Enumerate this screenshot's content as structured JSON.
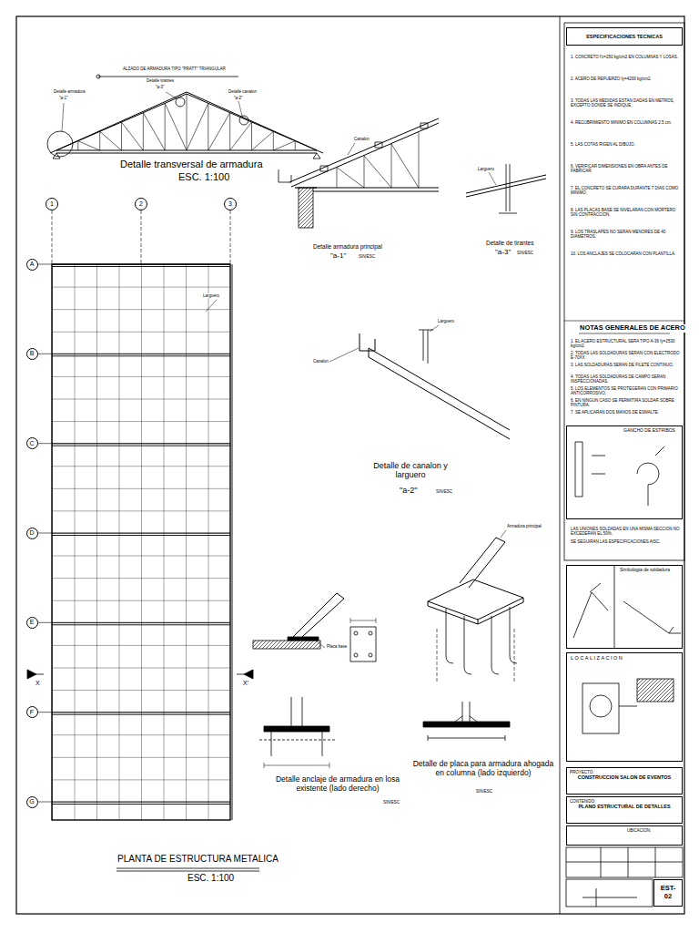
{
  "diagram": {
    "nodes": [
      {
        "text": [
          "A"
        ]
      },
      {
        "text": [
          "B"
        ]
      },
      {
        "text": [
          "C"
        ]
      },
      {
        "text": [
          "D"
        ]
      },
      {
        "text": [
          "E"
        ]
      },
      {
        "text": [
          "F"
        ]
      },
      {
        "text": [
          "G"
        ]
      },
      {
        "text": [
          "1"
        ]
      },
      {
        "text": [
          "2"
        ]
      },
      {
        "text": [
          "3"
        ]
      },
      {
        "text": [
          "ESPECIFICACIONES TECNICAS"
        ]
      },
      {
        "text": [
          "GANCHO DE ESTRIBOS"
        ]
      },
      {
        "text": [
          "Simbologia de soldadura"
        ]
      },
      {
        "text": [
          "LOCALIZACION"
        ]
      },
      {
        "text": [
          "PROYECTO:",
          "CONSTRUCCION SALON DE EVENTOS"
        ]
      },
      {
        "text": [
          "CONTENIDO:",
          "PLANO ESTRUCTURAL DE DETALLES"
        ]
      },
      {
        "text": [
          "UBICACION:"
        ]
      },
      {
        "text": [
          "EST-02"
        ]
      }
    ],
    "labels": [
      "ALZADO DE ARMADURA TIPO \"PRATT\" TRIANGULAR",
      "Detalle armadura",
      "\"a-1\"",
      "Detalle tirantes",
      "\"a-3\"",
      "Detalle canalon",
      "\"a-2\"",
      "Detalle transversal de armadura",
      "ESC. 1:100",
      "Canalon",
      "Detalle armadura principal",
      "\"a-1\"",
      "SIN/ESC",
      "Larguero",
      "Detalle de tirantes",
      "\"a-3\"",
      "SIN/ESC",
      "Larguero",
      "Canalon",
      "Larguero",
      "Detalle de canalon y larguero",
      "\"a-2\"",
      "SIN/ESC",
      "Armadura principal",
      "Placa base",
      "Detalle anclaje de armadura en losa existente (lado derecho)",
      "SIN/ESC",
      "Detalle de placa para armadura ahogada en columna (lado izquierdo)",
      "SIN/ESC",
      "PLANTA DE ESTRUCTURA METALICA",
      "ESC. 1:100",
      "X",
      "X'",
      "NOTAS GENERALES DE ACERO",
      "1. CONCRETO f'c=250 kg/cm2 EN COLUMNAS Y LOSAS.",
      "2. ACERO DE REFUERZO fy=4200 kg/cm2.",
      "3. TODAS LAS MEDIDAS ESTAN DADAS EN METROS, EXCEPTO DONDE SE INDIQUE.",
      "4. RECUBRIMIENTO MINIMO EN COLUMNAS 2.5 cm.",
      "5. LAS COTAS RIGEN AL DIBUJO.",
      "6. VERIFICAR DIMENSIONES EN OBRA ANTES DE FABRICAR.",
      "7. EL CONCRETO SE CURARA DURANTE 7 DIAS COMO MINIMO.",
      "8. LAS PLACAS BASE SE NIVELARAN CON MORTERO SIN CONTRACCION.",
      "9. LOS TRASLAPES NO SERAN MENORES DE 40 DIAMETROS.",
      "10. LOS ANCLAJES SE COLOCARAN CON PLANTILLA.",
      "1. EL ACERO ESTRUCTURAL SERA TIPO A-36 fy=2530 kg/cm2.",
      "2. TODAS LAS SOLDADURAS SERAN CON ELECTRODO E-70XX.",
      "3. LAS SOLDADURAS SERAN DE FILETE CONTINUO.",
      "4. TODAS LAS SOLDADURAS DE CAMPO SERAN INSPECCIONADAS.",
      "5. LOS ELEMENTOS SE PROTEGERAN CON PRIMARIO ANTICORROSIVO.",
      "6. EN NINGUN CASO SE PERMITIRA SOLDAR SOBRE PINTURA.",
      "7. SE APLICARAN DOS MANOS DE ESMALTE.",
      "LAS UNIONES SOLDADAS EN UNA MISMA SECCION NO EXCEDERAN EL 50%.",
      "SE SEGUIRAN LAS ESPECIFICACIONES AISC."
    ]
  }
}
